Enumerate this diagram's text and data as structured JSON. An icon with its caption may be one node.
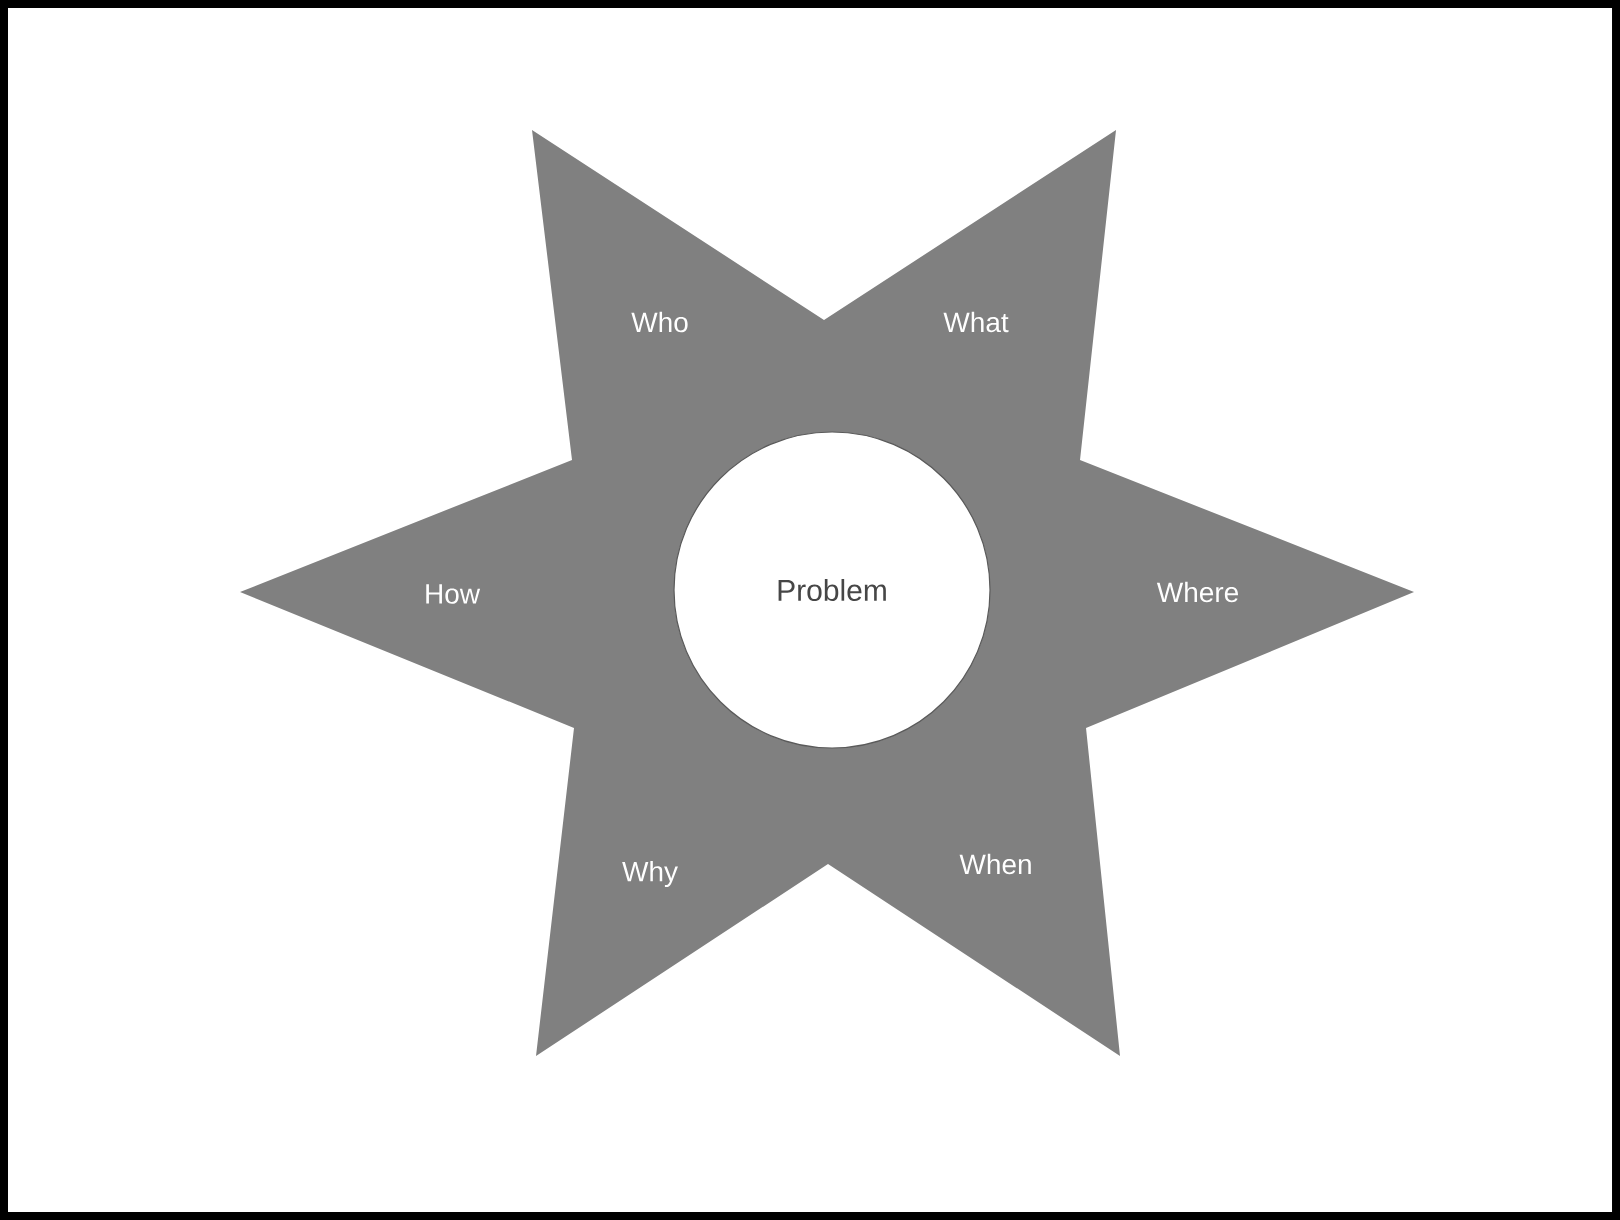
{
  "diagram": {
    "nodes": [
      {
        "text": [
          "Who",
          "What",
          "Where",
          "When",
          "Why",
          "How"
        ]
      },
      {
        "text": [
          "Problem"
        ],
        "in": 0
      }
    ]
  }
}
